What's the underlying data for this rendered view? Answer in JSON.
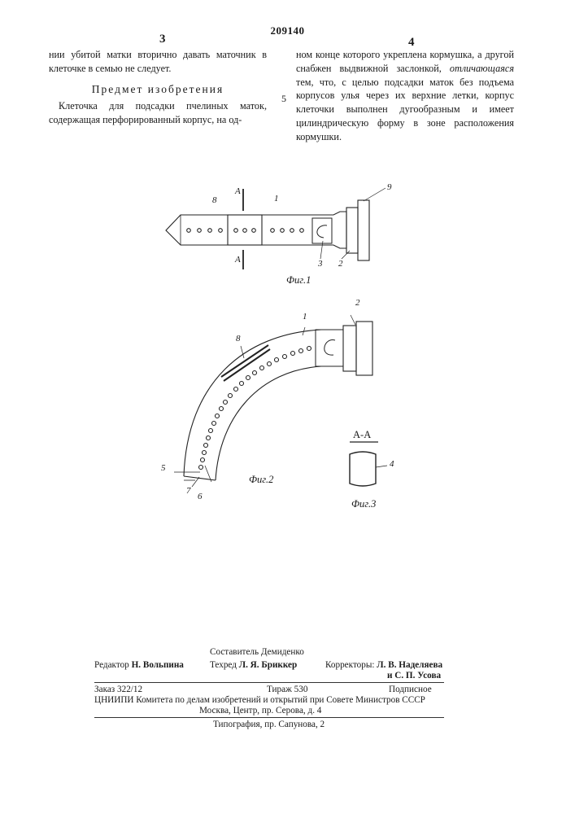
{
  "header": {
    "patent_number": "209140",
    "left_column_number": "3",
    "right_column_number": "4",
    "line_marker": "5"
  },
  "left_column": {
    "continuation": "нии убитой матки вторично давать маточник в клеточке в семью не следует.",
    "section_title": "Предмет изобретения",
    "claim_start": "Клеточка для подсадки пчелиных маток, содержащая перфорированный корпус, на од-"
  },
  "right_column": {
    "text_before": "ном конце которого укреплена кормушка, а другой снабжен выдвижной заслонкой, ",
    "emphasis": "отличающаяся",
    "text_after": " тем, что, с целью подсадки маток без подъема корпусов улья через их верхние летки, корпус клеточки выполнен дугообразным и имеет цилиндрическую форму в зоне расположения кормушки."
  },
  "figures": {
    "fig1": {
      "caption": "Фиг.1",
      "section_marks": [
        "A",
        "A"
      ],
      "labels": [
        "8",
        "1",
        "9",
        "3",
        "2"
      ]
    },
    "fig2": {
      "caption": "Фиг.2",
      "labels": [
        "2",
        "1",
        "8",
        "5",
        "7",
        "6"
      ]
    },
    "fig3": {
      "caption": "Фиг.3",
      "section_title": "А-А",
      "labels": [
        "4"
      ]
    }
  },
  "footer": {
    "compiler": "Составитель Демиденко",
    "editor_label": "Редактор",
    "editor_name": "Н. Вольпина",
    "techred_label": "Техред",
    "techred_name": "Л. Я. Бриккер",
    "correctors_label": "Корректоры:",
    "corrector_1": "Л. В. Наделяева",
    "corrector_2": "и С. П. Усова",
    "order": "Заказ 322/12",
    "circulation": "Тираж 530",
    "subscription": "Подписное",
    "institute": "ЦНИИПИ Комитета по делам изобретений и открытий при Совете Министров СССР",
    "address": "Москва, Центр, пр. Серова, д. 4",
    "printing": "Типография, пр. Сапунова, 2"
  }
}
